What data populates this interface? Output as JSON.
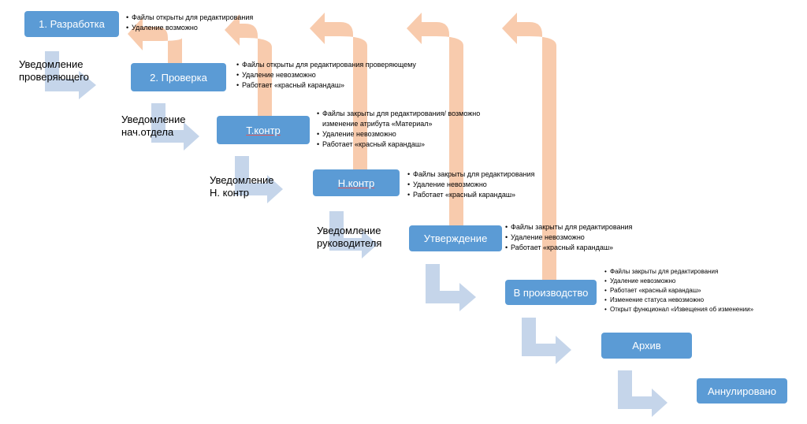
{
  "stages": [
    {
      "label": "1. Разработка"
    },
    {
      "label": "2. Проверка"
    },
    {
      "label": "Т.контр"
    },
    {
      "label": "Н.контр"
    },
    {
      "label": "Утверждение"
    },
    {
      "label": "В производство"
    },
    {
      "label": "Архив"
    },
    {
      "label": "Аннулировано"
    }
  ],
  "notifications": [
    {
      "line1": "Уведомление",
      "line2": "проверяющего"
    },
    {
      "line1": "Уведомление",
      "line2": "нач.отдела"
    },
    {
      "line1": "Уведомление",
      "line2": "Н. контр"
    },
    {
      "line1": "Уведомление",
      "line2": "руководителя"
    }
  ],
  "stage_notes": [
    {
      "items": [
        "Файлы открыты для редактирования",
        "Удаление возможно"
      ]
    },
    {
      "items": [
        "Файлы открыты для редактирования проверяющему",
        "Удаление невозможно",
        "Работает «красный карандаш»"
      ]
    },
    {
      "items": [
        "Файлы закрыты для редактирования/ возможно изменение атрибута «Материал»",
        "Удаление невозможно",
        "Работает «красный карандаш»"
      ]
    },
    {
      "items": [
        "Файлы закрыты для редактирования",
        "Удаление невозможно",
        "Работает «красный карандаш»"
      ]
    },
    {
      "items": [
        "Файлы закрыты для редактирования",
        "Удаление невозможно",
        "Работает «красный карандаш»"
      ]
    },
    {
      "items": [
        "Файлы закрыты  для редактирования",
        "Удаление невозможно",
        "Работает «красный  карандаш»",
        "Изменение статуса  невозможно",
        "Открыт функционал  «Извещения  об изменении»"
      ]
    }
  ],
  "colors": {
    "stage_fill": "#5b9bd5",
    "forward_arrow": "#c5d5ea",
    "return_arrow": "#f8cbad"
  }
}
